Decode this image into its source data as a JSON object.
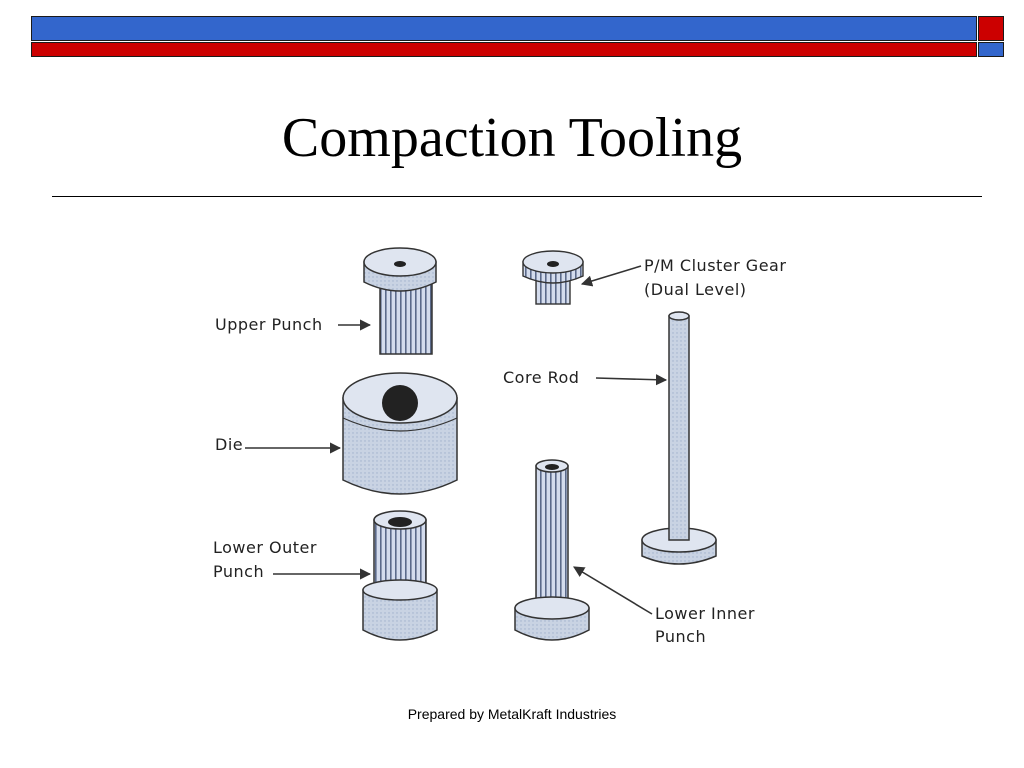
{
  "slide": {
    "title": "Compaction Tooling",
    "footer": "Prepared by MetalKraft Industries"
  },
  "colors": {
    "accent_blue": "#3366CC",
    "accent_red": "#CC0000"
  },
  "diagram": {
    "labels": {
      "upper_punch": "Upper Punch",
      "die": "Die",
      "lower_outer_line1": "Lower Outer",
      "lower_outer_line2": "Punch",
      "cluster_gear_line1": "P/M Cluster Gear",
      "cluster_gear_line2": "(Dual Level)",
      "core_rod": "Core Rod",
      "lower_inner_line1": "Lower Inner",
      "lower_inner_line2": "Punch"
    }
  }
}
